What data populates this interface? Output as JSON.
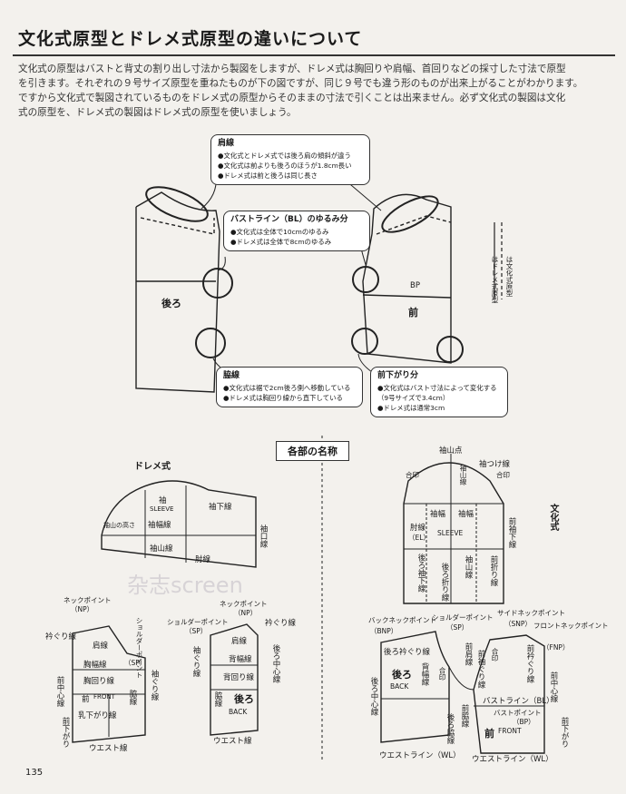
{
  "title": "文化式原型とドレメ式原型の違いについて",
  "intro": [
    "文化式の原型はバストと背丈の割り出し寸法から製図をしますが、ドレメ式は胸回りや肩幅、首回りなどの採寸した寸法で原型",
    "を引きます。それぞれの９号サイズ原型を重ねたものが下の図ですが、同じ９号でも違う形のものが出来上がることがわかります。",
    "ですから文化式で製図されているものをドレメ式の原型からそのままの寸法で引くことは出来ません。必ず文化式の製図は文化",
    "式の原型を、ドレメ式の製図はドレメ式の原型を使いましょう。"
  ],
  "comparison": {
    "shoulder": {
      "title": "肩線",
      "lines": [
        "●文化式とドレメ式では後ろ肩の傾斜が違う",
        "●文化式は前よりも後ろのほうが1.8cm長い",
        "●ドレメ式は前と後ろは同じ長さ"
      ]
    },
    "bust": {
      "title": "バストライン（BL）のゆるみ分",
      "lines": [
        "●文化式は全体で10cmのゆるみ",
        "●ドレメ式は全体で8cmのゆるみ"
      ]
    },
    "side": {
      "title": "脇線",
      "lines": [
        "●文化式は裾で2cm後ろ側へ移動している",
        "●ドレメ式は胸回り線から直下している"
      ]
    },
    "front": {
      "title": "前下がり分",
      "lines": [
        "●文化式はバスト寸法によって変化する",
        "（9号サイズで3.4cm）",
        "●ドレメ式は通常3cm"
      ]
    },
    "back_label": "後ろ",
    "front_label": "前",
    "bp_label": "BP",
    "legend_bunka": "は文化式原型",
    "legend_doreme": "はドレメ式原型"
  },
  "section_title": "各部の名称",
  "doreme": {
    "heading": "ドレメ式",
    "sleeve": [
      "袖",
      "SLEEVE",
      "袖下線",
      "袖山の高さ",
      "袖幅線",
      "袖山線",
      "肘線",
      "袖口線"
    ],
    "front": [
      "ネックポイント",
      "（NP）",
      "ショルダーポイント",
      "（SP）",
      "衿ぐり線",
      "肩線",
      "胸幅線",
      "胸回り線",
      "前",
      "FRONT",
      "脇線",
      "乳下がり線",
      "前中心線",
      "袖ぐり線",
      "前下がり",
      "ウエスト線"
    ],
    "back": [
      "ショルダーポイント",
      "（SP）",
      "ネックポイント",
      "（NP）",
      "衿ぐり線",
      "肩線",
      "背幅線",
      "背回り線",
      "後ろ",
      "BACK",
      "脇線",
      "袖ぐり線",
      "後ろ中心線",
      "ウエスト線"
    ]
  },
  "bunka": {
    "heading": "文化式",
    "sleeve": [
      "袖山点",
      "袖つけ線",
      "合印",
      "合印",
      "袖山線",
      "前袖下線",
      "袖幅",
      "袖幅",
      "SLEEVE",
      "肘線",
      "（EL）",
      "後ろ袖下線",
      "袖山線",
      "前折り線",
      "後ろ折り線"
    ],
    "bodice": [
      "バックネックポイント",
      "（BNP）",
      "ショルダーポイント",
      "（SP）",
      "サイドネックポイント",
      "（SNP）",
      "フロントネックポイント",
      "（FNP）",
      "後ろ衿ぐり線",
      "後ろ",
      "BACK",
      "背幅線",
      "合印",
      "前肩線",
      "前袖ぐり線",
      "合印",
      "前衿ぐり線",
      "前中心線",
      "バストライン（BL）",
      "バストポイント",
      "（BP）",
      "前",
      "FRONT",
      "前下がり",
      "後ろ中心線",
      "ウエストライン（WL）",
      "ウエストライン（WL）",
      "前脇線",
      "後ろ脇線"
    ]
  },
  "watermark": "杂志screen",
  "page_number": "135"
}
